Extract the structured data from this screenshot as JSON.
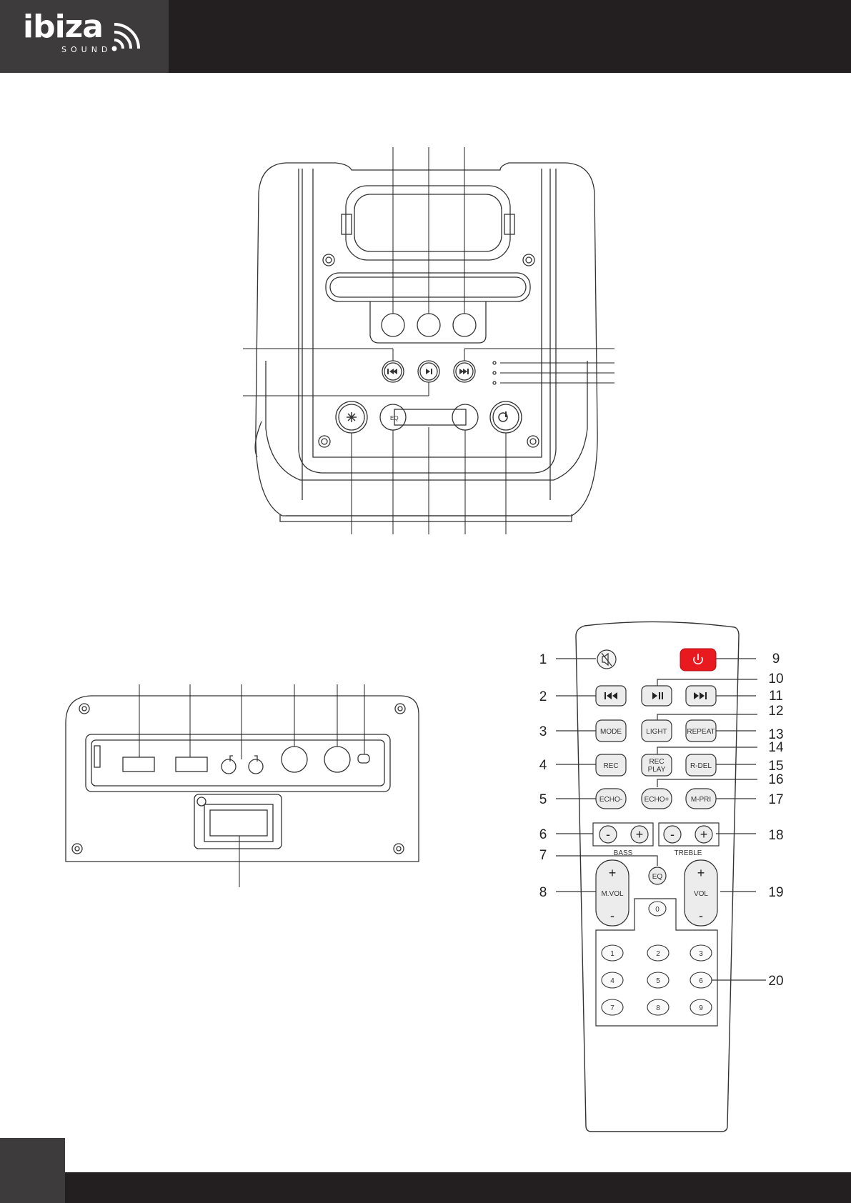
{
  "brand": {
    "name": "ibiza",
    "sub": "SOUND"
  },
  "remote": {
    "callouts": [
      "1",
      "2",
      "3",
      "4",
      "5",
      "6",
      "7",
      "8",
      "9",
      "10",
      "11",
      "12",
      "13",
      "14",
      "15",
      "16",
      "17",
      "18",
      "19",
      "20"
    ],
    "buttons": {
      "mode": "MODE",
      "light": "LIGHT",
      "repeat": "REPEAT",
      "rec": "REC",
      "rec_play_1": "REC",
      "rec_play_2": "PLAY",
      "rdel": "R-DEL",
      "echo_minus": "ECHO-",
      "echo_plus": "ECHO+",
      "mpri": "M-PRI",
      "minus": "-",
      "plus": "+",
      "bass": "BASS",
      "treble": "TREBLE",
      "eq": "EQ",
      "mvol": "M.VOL",
      "vol": "VOL",
      "digits": [
        "0",
        "1",
        "2",
        "3",
        "4",
        "5",
        "6",
        "7",
        "8",
        "9"
      ]
    }
  },
  "colors": {
    "header": "#231f20",
    "logo_box": "#3d3b3c",
    "power_button": "#e8191f"
  },
  "icons": [
    "mute-icon",
    "power-icon",
    "prev-icon",
    "play-pause-icon",
    "next-icon",
    "light-icon"
  ]
}
